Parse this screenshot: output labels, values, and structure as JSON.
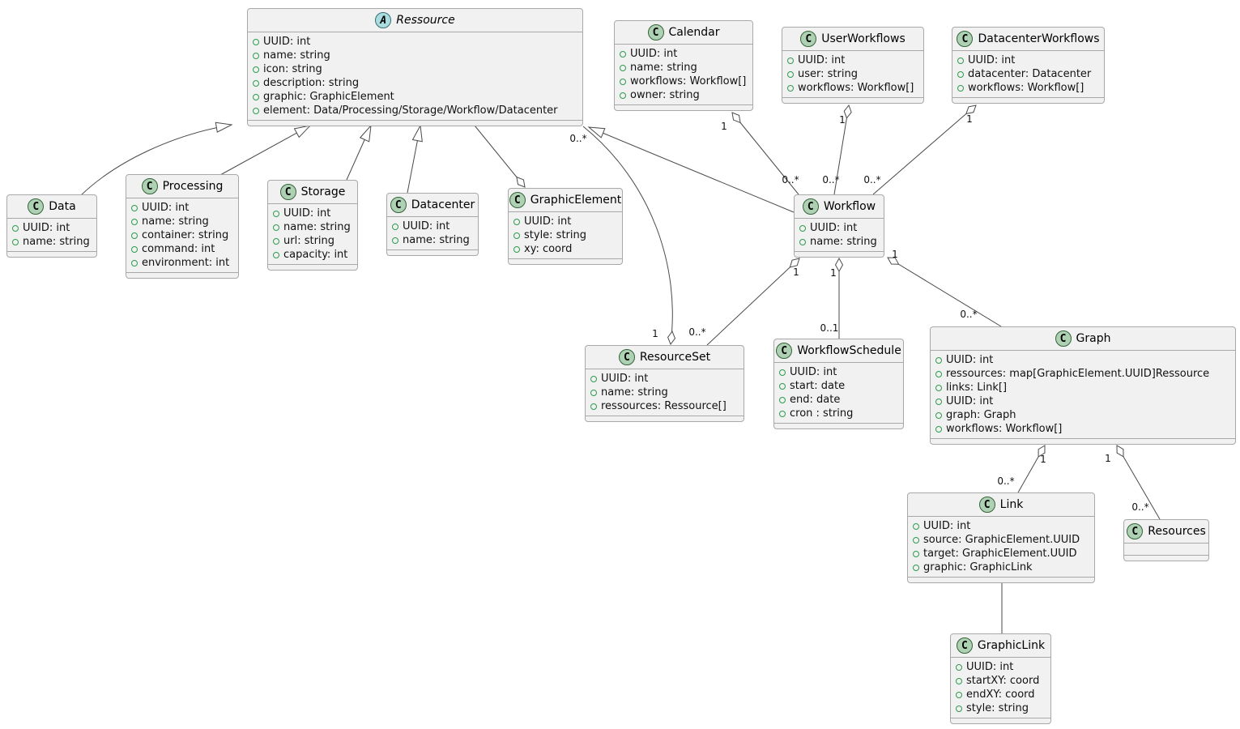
{
  "classes": {
    "ressource": {
      "icon_letter": "A",
      "name": "Ressource",
      "abstract": true,
      "attrs": [
        "UUID: int",
        "name: string",
        "icon: string",
        "description: string",
        "graphic: GraphicElement",
        "element: Data/Processing/Storage/Workflow/Datacenter"
      ]
    },
    "calendar": {
      "icon_letter": "C",
      "name": "Calendar",
      "attrs": [
        "UUID: int",
        "name: string",
        "workflows: Workflow[]",
        "owner: string"
      ]
    },
    "userworkflows": {
      "icon_letter": "C",
      "name": "UserWorkflows",
      "attrs": [
        "UUID: int",
        "user: string",
        "workflows: Workflow[]"
      ]
    },
    "datacenterworkflows": {
      "icon_letter": "C",
      "name": "DatacenterWorkflows",
      "attrs": [
        "UUID: int",
        "datacenter: Datacenter",
        "workflows: Workflow[]"
      ]
    },
    "data": {
      "icon_letter": "C",
      "name": "Data",
      "attrs": [
        "UUID: int",
        "name: string"
      ]
    },
    "processing": {
      "icon_letter": "C",
      "name": "Processing",
      "attrs": [
        "UUID: int",
        "name: string",
        "container: string",
        "command: int",
        "environment: int"
      ]
    },
    "storage": {
      "icon_letter": "C",
      "name": "Storage",
      "attrs": [
        "UUID: int",
        "name: string",
        "url: string",
        "capacity: int"
      ]
    },
    "datacenter": {
      "icon_letter": "C",
      "name": "Datacenter",
      "attrs": [
        "UUID: int",
        "name: string"
      ]
    },
    "graphicelement": {
      "icon_letter": "C",
      "name": "GraphicElement",
      "attrs": [
        "UUID: int",
        "style: string",
        "xy: coord"
      ]
    },
    "workflow": {
      "icon_letter": "C",
      "name": "Workflow",
      "attrs": [
        "UUID: int",
        "name: string"
      ]
    },
    "resourceset": {
      "icon_letter": "C",
      "name": "ResourceSet",
      "attrs": [
        "UUID: int",
        "name: string",
        "ressources: Ressource[]"
      ]
    },
    "workflowschedule": {
      "icon_letter": "C",
      "name": "WorkflowSchedule",
      "attrs": [
        "UUID: int",
        "start: date",
        "end: date",
        "cron : string"
      ]
    },
    "graph": {
      "icon_letter": "C",
      "name": "Graph",
      "attrs": [
        "UUID: int",
        "ressources: map[GraphicElement.UUID]Ressource",
        "links: Link[]",
        "UUID: int",
        "graph: Graph",
        "workflows: Workflow[]"
      ]
    },
    "link": {
      "icon_letter": "C",
      "name": "Link",
      "attrs": [
        "UUID: int",
        "source: GraphicElement.UUID",
        "target: GraphicElement.UUID",
        "graphic: GraphicLink"
      ]
    },
    "resources": {
      "icon_letter": "C",
      "name": "Resources",
      "attrs": []
    },
    "graphiclink": {
      "icon_letter": "C",
      "name": "GraphicLink",
      "attrs": [
        "UUID: int",
        "startXY: coord",
        "endXY: coord",
        "style: string"
      ]
    }
  },
  "edges": {
    "data_ressource": {
      "source": "Data",
      "target": "Ressource",
      "kind": "inheritance"
    },
    "processing_ressource": {
      "source": "Processing",
      "target": "Ressource",
      "kind": "inheritance"
    },
    "storage_ressource": {
      "source": "Storage",
      "target": "Ressource",
      "kind": "inheritance"
    },
    "datacenter_ressource": {
      "source": "Datacenter",
      "target": "Ressource",
      "kind": "inheritance"
    },
    "workflow_ressource": {
      "source": "Workflow",
      "target": "Ressource",
      "kind": "inheritance"
    },
    "ressource_graphicelement": {
      "source": "Ressource",
      "target": "GraphicElement",
      "kind": "aggregation"
    },
    "resourceset_ressource": {
      "source": "ResourceSet",
      "target": "Ressource",
      "kind": "aggregation",
      "source_mult": "1",
      "target_mult": "0..*"
    },
    "calendar_workflow": {
      "source": "Calendar",
      "target": "Workflow",
      "kind": "aggregation",
      "source_mult": "1",
      "target_mult": "0..*"
    },
    "userworkflows_workflow": {
      "source": "UserWorkflows",
      "target": "Workflow",
      "kind": "aggregation",
      "source_mult": "1",
      "target_mult": "0..*"
    },
    "datacenterworkflows_workflow": {
      "source": "DatacenterWorkflows",
      "target": "Workflow",
      "kind": "aggregation",
      "source_mult": "1",
      "target_mult": "0..*"
    },
    "workflow_resourceset": {
      "source": "Workflow",
      "target": "ResourceSet",
      "kind": "aggregation",
      "source_mult": "1",
      "target_mult": "0..*"
    },
    "workflow_workflowschedule": {
      "source": "Workflow",
      "target": "WorkflowSchedule",
      "kind": "aggregation",
      "source_mult": "1",
      "target_mult": "0..1"
    },
    "workflow_graph": {
      "source": "Workflow",
      "target": "Graph",
      "kind": "aggregation",
      "source_mult": "1",
      "target_mult": "0..*"
    },
    "graph_link": {
      "source": "Graph",
      "target": "Link",
      "kind": "aggregation",
      "source_mult": "1",
      "target_mult": "0..*"
    },
    "graph_resources": {
      "source": "Graph",
      "target": "Resources",
      "kind": "aggregation",
      "source_mult": "1",
      "target_mult": "0..*"
    },
    "link_graphiclink": {
      "source": "Link",
      "target": "GraphicLink",
      "kind": "association"
    }
  }
}
